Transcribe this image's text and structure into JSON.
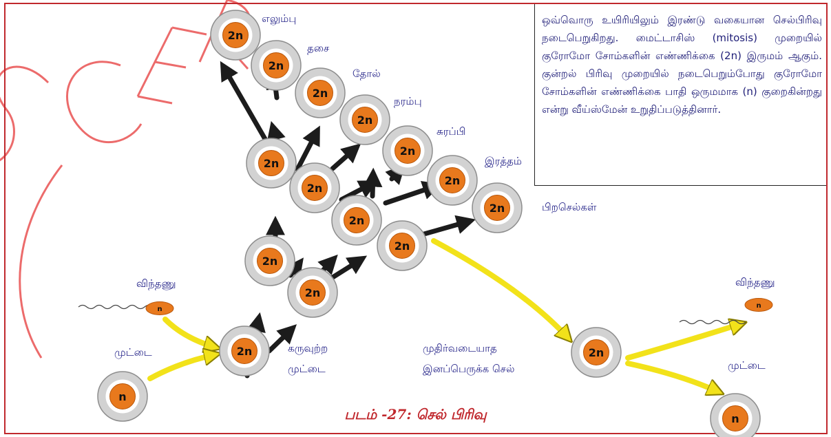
{
  "colors": {
    "frame": "#c0282d",
    "label": "#2b2a8c",
    "nucleus": "#e8791d",
    "cell": "#d2d2d2",
    "arrow_dark": "#1c1c1c",
    "arrow_yellow": "#f2e21a",
    "watermark": "#e63a3a"
  },
  "watermark": "SCERT",
  "cell_labels": {
    "diploid": "2n",
    "haploid": "n"
  },
  "labels": {
    "bone": "எலும்பு",
    "muscle": "தசை",
    "skin": "தோல்",
    "nerve": "நரம்பு",
    "gland": "சுரப்பி",
    "blood": "இரத்தம்",
    "other_cells": "பிறசெல்கள்",
    "sperm_left": "விந்தணு",
    "egg_left": "முட்டை",
    "zygote_line1": "கருவுற்ற",
    "zygote_line2": "முட்டை",
    "germ_line1": "முதிர்வடையாத",
    "germ_line2": "இனப்பெருக்க செல்",
    "sperm_right": "விந்தணு",
    "egg_right": "முட்டை"
  },
  "info_text": "ஒவ்வொரு உயிரியிலும் இரண்டு வகையான செல்பிரிவு நடைபெறுகிறது. மைட்டாசிஸ் (mitosis) முறையில் குரோமோ சோம்களின் எண்ணிக்கை (2n) இருமம் ஆகும். குன்றல் பிரிவு முறையில் நடைபெறும்போது குரோமோ சோம்களின் எண்ணிக்கை பாதி ஒருமமாக (n) குறைகின்றது என்று வீய்ஸ்மேன் உறுதிப்படுத்தினார்.",
  "caption": "படம் -27: செல் பிரிவு"
}
